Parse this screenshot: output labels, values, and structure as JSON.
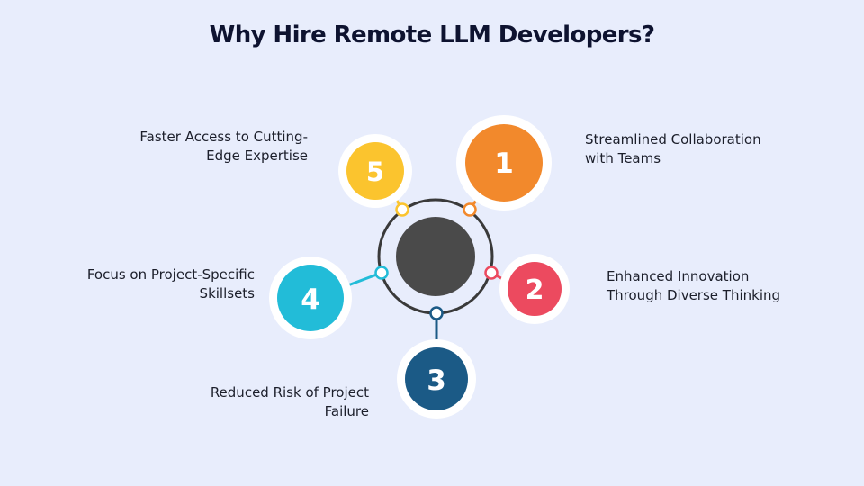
{
  "title": "Why Hire Remote LLM Developers?",
  "colors": {
    "background": "#e8edfc",
    "hub": "#4a4a4a",
    "ring": "#3a3a3a"
  },
  "items": [
    {
      "number": "1",
      "label": "Streamlined Collaboration\nwith Teams",
      "color": "#f2892c"
    },
    {
      "number": "2",
      "label": "Enhanced Innovation\nThrough Diverse Thinking",
      "color": "#ec4a5f"
    },
    {
      "number": "3",
      "label": "Reduced Risk of Project\nFailure",
      "color": "#1b5a86"
    },
    {
      "number": "4",
      "label": "Focus on Project-Specific\nSkillsets",
      "color": "#22bcd8"
    },
    {
      "number": "5",
      "label": "Faster Access to Cutting-\nEdge Expertise",
      "color": "#fbc42e"
    }
  ]
}
